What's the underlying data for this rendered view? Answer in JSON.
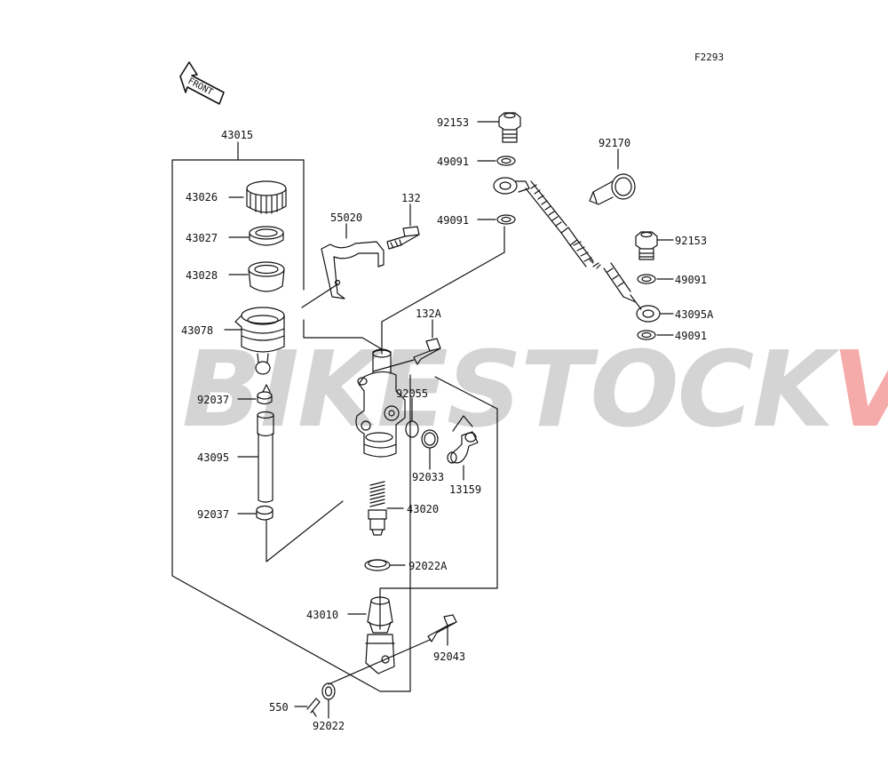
{
  "figure_code": "F2293",
  "front_arrow": "FRONT",
  "watermark": {
    "text_gray": "BIKESTOCK",
    "text_red": "VN",
    "gray": "#9a9a9a",
    "red": "#ea3a3a"
  },
  "labels": {
    "p43015": "43015",
    "p43026": "43026",
    "p43027": "43027",
    "p43028": "43028",
    "p43078": "43078",
    "p92037_top": "92037",
    "p43095": "43095",
    "p92037_bottom": "92037",
    "p55020": "55020",
    "p132": "132",
    "p132A": "132A",
    "p92055": "92055",
    "p92033": "92033",
    "p13159": "13159",
    "p43020": "43020",
    "p92022A": "92022A",
    "p43010": "43010",
    "p92043": "92043",
    "p550": "550",
    "p92022": "92022",
    "p92153_top": "92153",
    "p49091_a": "49091",
    "p49091_b": "49091",
    "p92170": "92170",
    "p92153_right": "92153",
    "p49091_c": "49091",
    "p43095A": "43095A",
    "p49091_d": "49091"
  }
}
